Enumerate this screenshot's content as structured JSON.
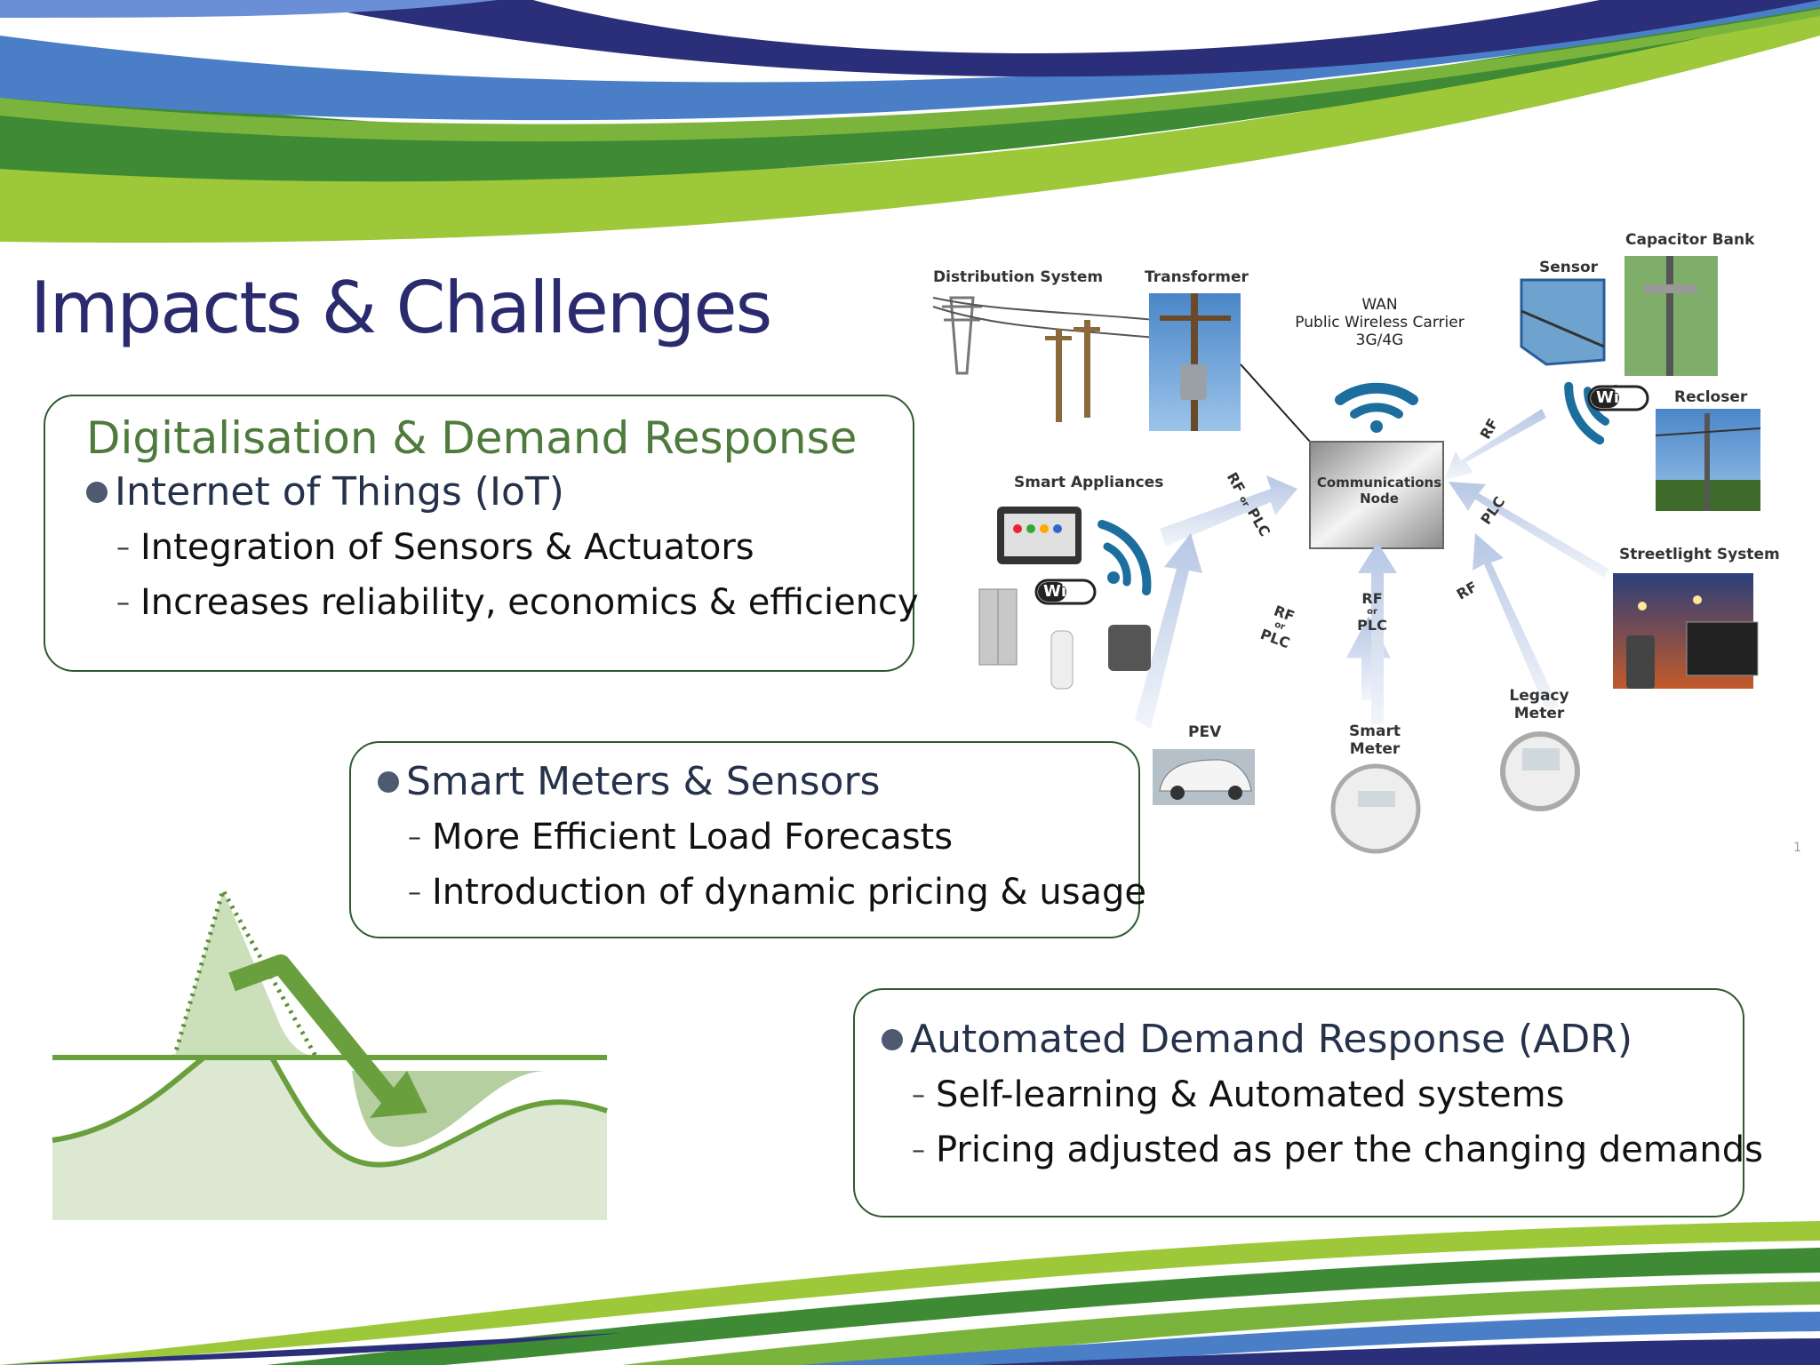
{
  "slide": {
    "title": "Impacts & Challenges"
  },
  "box1": {
    "heading": "Digitalisation & Demand Response",
    "bullet": "Internet of Things (IoT)",
    "subs": [
      "Integration of Sensors & Actuators",
      "Increases reliability, economics & efficiency"
    ]
  },
  "box2": {
    "bullet": "Smart Meters & Sensors",
    "subs": [
      "More Efficient Load Forecasts",
      "Introduction of dynamic pricing & usage"
    ]
  },
  "box3": {
    "bullet": "Automated Demand Response (ADR)",
    "subs": [
      "Self-learning & Automated systems",
      "Pricing adjusted as per the changing demands"
    ]
  },
  "network": {
    "distribution_system": "Distribution System",
    "transformer": "Transformer",
    "wan_line1": "WAN",
    "wan_line2": "Public Wireless Carrier",
    "wan_line3": "3G/4G",
    "sensor": "Sensor",
    "capacitor_bank": "Capacitor Bank",
    "recloser": "Recloser",
    "smart_appliances": "Smart Appliances",
    "comm_node_line1": "Communications",
    "comm_node_line2": "Node",
    "streetlight_system": "Streetlight System",
    "pev": "PEV",
    "smart_meter_line1": "Smart",
    "smart_meter_line2": "Meter",
    "legacy_meter_line1": "Legacy",
    "legacy_meter_line2": "Meter",
    "wifi_label": "WiFi",
    "link_rf": "RF",
    "link_or": "or",
    "link_plc": "PLC",
    "page_number": "1"
  },
  "colors": {
    "title": "#2a2a6e",
    "heading_green": "#4e7a3c",
    "box_border": "#2f5a2f",
    "swoosh_navy": "#2b2f7a",
    "swoosh_blue": "#4a7fc8",
    "swoosh_green": "#3f8a34",
    "swoosh_lime": "#9cc83a",
    "wifi_blue": "#1c6e9e"
  }
}
